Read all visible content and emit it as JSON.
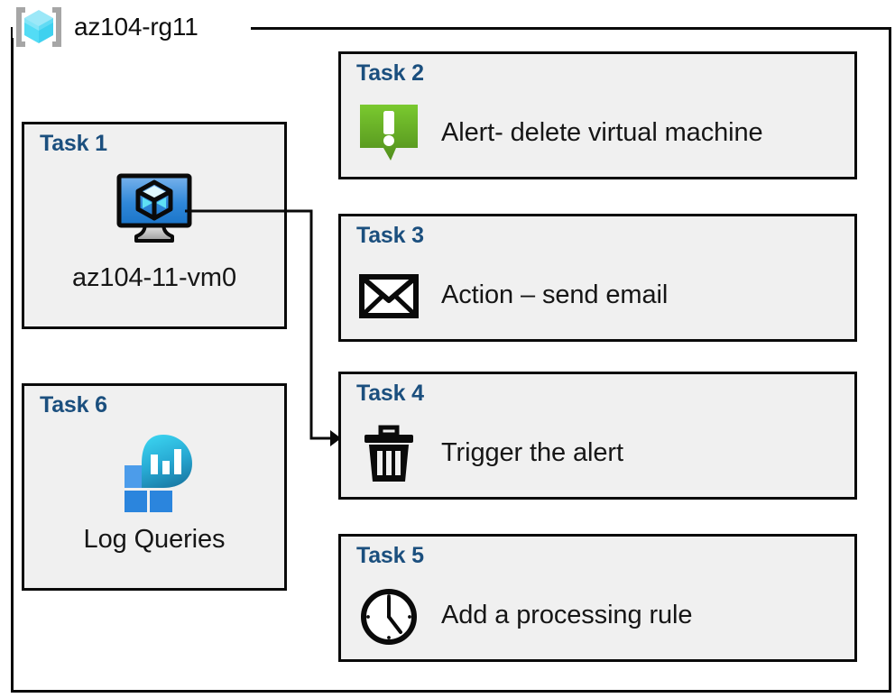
{
  "resource_group": {
    "title": "az104-rg11",
    "icon": "resource-group-cube-icon"
  },
  "colors": {
    "task_label": "#1b4f7e",
    "box_fill": "#f0f0f0",
    "box_border": "#0a0a0a",
    "alert_green_light": "#76c62b",
    "alert_green_dark": "#54991f",
    "vm_blue_light": "#6aacea",
    "vm_blue_dark": "#1b79d0",
    "loganalytics_cyan": "#34cdeb",
    "loganalytics_teal": "#1b7fab",
    "loganalytics_square_light": "#4c9cea",
    "loganalytics_square_dark": "#2a85dc",
    "rg_icon_cube_light": "#9ce8f8",
    "rg_icon_cube_mid": "#53dcf5",
    "rg_icon_bracket": "#a6a6a6",
    "page_background": "#ffffff"
  },
  "left_column": [
    {
      "label": "Task 1",
      "caption": "az104-11-vm0",
      "icon": "virtual-machine-icon"
    },
    {
      "label": "Task 6",
      "caption": "Log Queries",
      "icon": "log-analytics-icon"
    }
  ],
  "right_column": [
    {
      "label": "Task 2",
      "text": "Alert- delete virtual machine",
      "icon": "alert-exclamation-bubble-icon"
    },
    {
      "label": "Task 3",
      "text": "Action – send email",
      "icon": "envelope-icon"
    },
    {
      "label": "Task 4",
      "text": "Trigger the alert",
      "icon": "trash-can-icon"
    },
    {
      "label": "Task 5",
      "text": "Add a processing rule",
      "icon": "clock-icon"
    }
  ],
  "connector": {
    "from": "virtual-machine-icon",
    "to": "Task 4",
    "arrow_head": "arrowhead-right"
  }
}
